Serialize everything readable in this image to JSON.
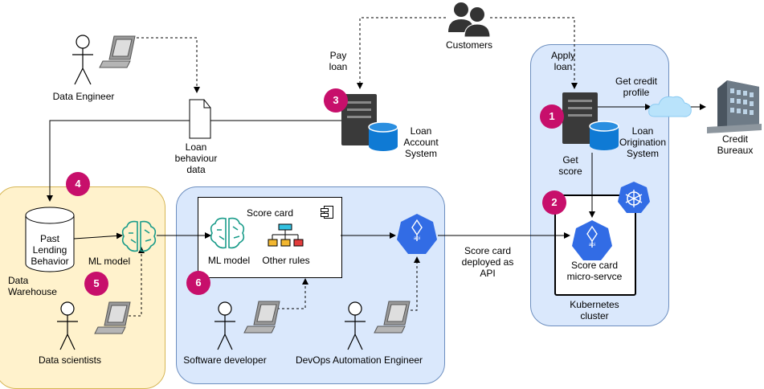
{
  "actors": {
    "customers": "Customers",
    "data_engineer": "Data Engineer",
    "data_scientists": "Data scientists",
    "software_developer": "Software developer",
    "devops_engineer": "DevOps Automation Engineer",
    "credit_bureaux": [
      "Credit",
      "Bureaux"
    ]
  },
  "systems": {
    "loan_account": [
      "Loan",
      "Account",
      "System"
    ],
    "loan_origination": [
      "Loan",
      "Origination",
      "System"
    ],
    "loan_behaviour_data": [
      "Loan",
      "behaviour",
      "data"
    ],
    "past_lending": [
      "Past",
      "Lending",
      "Behavior"
    ],
    "data_warehouse": [
      "Data",
      "Warehouse"
    ],
    "ml_model": "ML model",
    "score_card_title": "Score card",
    "score_card_ml_model": "ML model",
    "other_rules": "Other rules",
    "score_card_microservice": [
      "Score card",
      "micro-servce"
    ],
    "kubernetes_cluster": [
      "Kubernetes",
      "cluster"
    ],
    "api": "api"
  },
  "edges": {
    "pay_loan": [
      "Pay",
      "loan"
    ],
    "apply_loan": [
      "Apply",
      "loan"
    ],
    "get_credit_profile": [
      "Get credit",
      "profile"
    ],
    "get_score": [
      "Get",
      "score"
    ],
    "score_card_deployed": [
      "Score card",
      "deployed as",
      "API"
    ]
  },
  "badges": [
    "1",
    "2",
    "3",
    "4",
    "5",
    "6"
  ],
  "colors": {
    "badge": "#c70f6b",
    "blue_panel": "#dae8fc",
    "blue_panel_border": "#6c8ebf",
    "yellow_panel": "#fff2cc",
    "yellow_panel_border": "#d6b656",
    "ml_green": "#1a9c8a",
    "k8s_blue": "#326ce5",
    "db_blue": "#0f7ad4",
    "server_dark": "#3a3a3a"
  }
}
